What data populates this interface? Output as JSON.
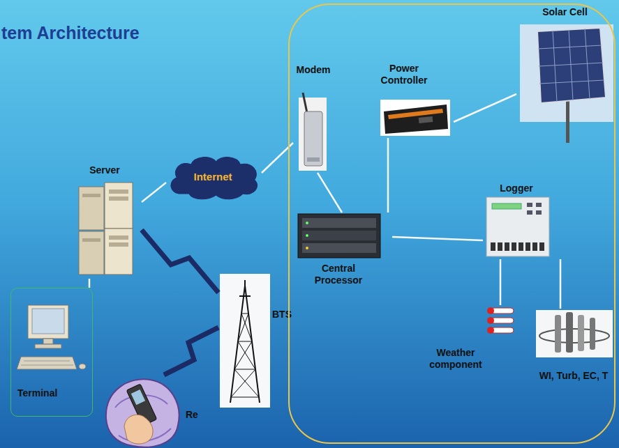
{
  "diagram": {
    "title": "tem Architecture",
    "nodes": [
      {
        "text": [
          "Server"
        ]
      },
      {
        "text": [
          "Internet"
        ]
      },
      {
        "text": [
          "Terminal"
        ]
      },
      {
        "text": [
          "Re"
        ]
      },
      {
        "text": [
          "BTS"
        ]
      },
      {
        "text": []
      },
      {
        "text": [
          "Solar Cell"
        ],
        "in": 5
      },
      {
        "text": [
          "Modem"
        ],
        "in": 5
      },
      {
        "text": [
          "Power Controller"
        ],
        "in": 5
      },
      {
        "text": [
          "Logger"
        ],
        "in": 5
      },
      {
        "text": [
          "Central Processor"
        ],
        "in": 5
      },
      {
        "text": [
          "Weather component"
        ],
        "in": 5
      },
      {
        "text": [
          "WI, Turb, EC, T"
        ],
        "in": 5
      }
    ],
    "edges": [
      {
        "from": 0,
        "to": 1,
        "arrow": "none"
      },
      {
        "from": 1,
        "to": 7,
        "arrow": "none"
      },
      {
        "from": 7,
        "to": 10,
        "arrow": "none"
      },
      {
        "from": 10,
        "to": 8,
        "arrow": "none"
      },
      {
        "from": 8,
        "to": 6,
        "arrow": "none"
      },
      {
        "from": 10,
        "to": 9,
        "arrow": "none"
      },
      {
        "from": 9,
        "to": 11,
        "arrow": "none"
      },
      {
        "from": 9,
        "to": 12,
        "arrow": "none"
      },
      {
        "from": 0,
        "to": 2,
        "arrow": "none"
      },
      {
        "from": 0,
        "to": 4,
        "arrow": "none"
      },
      {
        "from": 4,
        "to": 3,
        "arrow": "none"
      }
    ]
  }
}
